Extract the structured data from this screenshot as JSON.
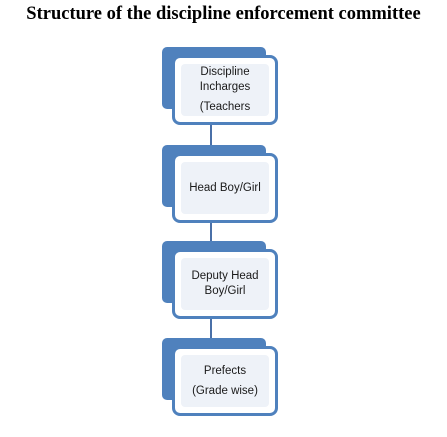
{
  "title": "Structure of the discipline enforcement committee",
  "nodes": [
    {
      "lines": [
        "Discipline",
        "Incharges",
        "(Teachers"
      ]
    },
    {
      "lines": [
        "Head Boy/Girl"
      ]
    },
    {
      "lines": [
        "Deputy Head",
        "Boy/Girl"
      ]
    },
    {
      "lines": [
        "Prefects",
        "(Grade wise)"
      ]
    }
  ],
  "colors": {
    "box_border": "#4f81bd",
    "box_fill": "#eef2f8",
    "connector": "#4a70a8"
  }
}
